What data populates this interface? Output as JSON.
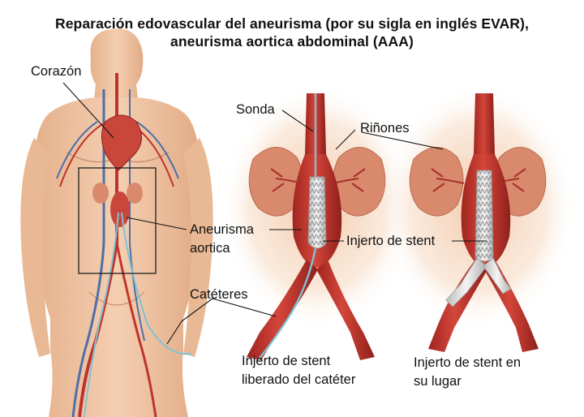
{
  "title": {
    "line1": "Reparación edovascular del aneurisma (por su sigla en inglés EVAR),",
    "line2": "aneurisma aortica abdominal (AAA)"
  },
  "labels": {
    "corazon": "Corazón",
    "sonda": "Sonda",
    "rinones": "Riñones",
    "aneurisma_line1": "Aneurisma",
    "aneurisma_line2": "aortica",
    "injerto": "Injerto de stent",
    "cateteres": "Catéteres"
  },
  "captions": {
    "middle_line1": "Injerto de stent",
    "middle_line2": "liberado del catéter",
    "right_line1": "Injerto de stent en",
    "right_line2": "su lugar"
  },
  "colors": {
    "skin": "#efc4a2",
    "artery": "#c0332b",
    "vein": "#4f6fa8",
    "kidney": "#d98a6d",
    "stent": "#d8d8d8"
  }
}
